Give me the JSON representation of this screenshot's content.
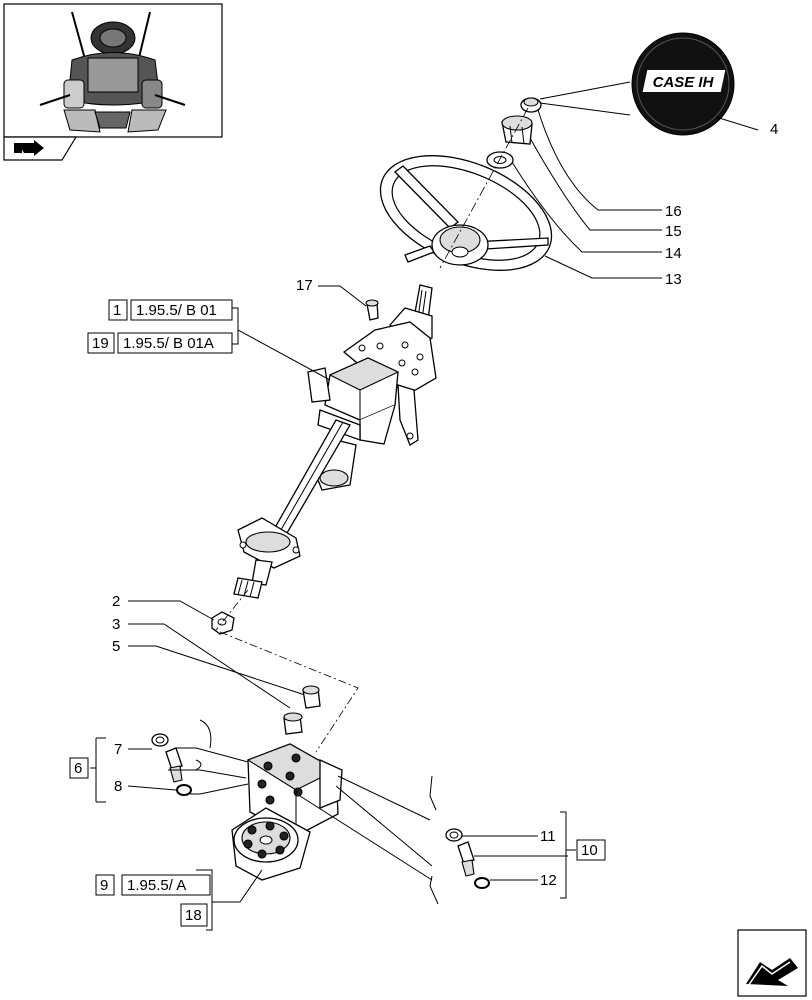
{
  "logo": {
    "brand": "CASE IH"
  },
  "callouts": {
    "c1": "1",
    "c2": "2",
    "c3": "3",
    "c4": "4",
    "c5": "5",
    "c6": "6",
    "c7": "7",
    "c8": "8",
    "c9": "9",
    "c10": "10",
    "c11": "11",
    "c12": "12",
    "c13": "13",
    "c14": "14",
    "c15": "15",
    "c16": "16",
    "c17": "17",
    "c18": "18",
    "c19": "19"
  },
  "references": {
    "r1": "1.95.5/ B 01",
    "r19": "1.95.5/ B 01A",
    "r9": "1.95.5/ A"
  },
  "icons": {
    "thumbnail": "tractor-cab-thumbnail",
    "nav_prev": "previous-page-arrow-icon",
    "nav_next": "next-page-arrow-icon"
  }
}
